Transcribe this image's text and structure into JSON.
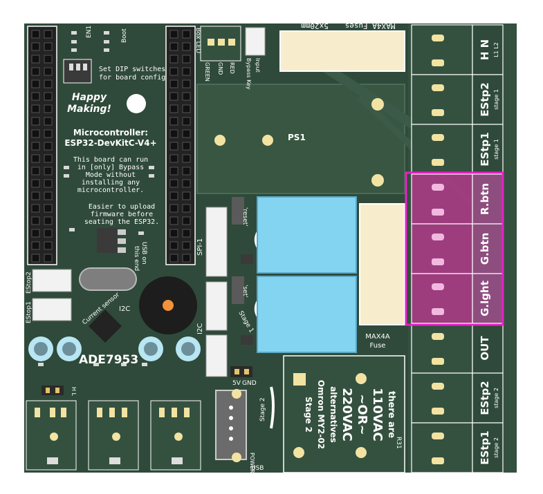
{
  "colors": {
    "board": "#2f4a3a",
    "board_dark": "#243b2e",
    "copper_pour": "#3b5b47",
    "silk": "#ffffff",
    "pad_gold": "#f2e3a2",
    "relay_blue": "#83d4f1",
    "fuse_cream": "#f7edcd",
    "highlight": "#e821c9",
    "highlight_fill": "#b03a8a"
  },
  "top_labels": {
    "en1": "EN1",
    "boot": "Boot",
    "box_led": "Box LED",
    "green": "GREEN",
    "gnd": "GND",
    "red": "RED",
    "bypass_key": "Bypass Key",
    "input": "Input",
    "fuses_size": "5x20mm",
    "fuses_name": "MAX4A Fuses"
  },
  "left_texts": {
    "dip_line1": "Set DIP switches",
    "dip_line2": "for board config",
    "happy": "Happy",
    "making": "Making!",
    "mc_title": "Microcontroller:",
    "mc_model": "ESP32-DevKitC-V4+",
    "bypass_lines": [
      "This board can run",
      "in [only] Bypass",
      "Mode without",
      "installing any",
      "microcontroller."
    ],
    "upload_lines": [
      "Easier to upload",
      "firmware before",
      "seating the ESP32."
    ],
    "usb_on": "USB on",
    "this_end": "this end",
    "estop2": "EStop2",
    "estop1": "EStop1",
    "current_sensor": "Current sensor",
    "i2c_left": "I2C",
    "i2c_mid": "I2C",
    "ade": "ADE7953",
    "hl": "H L"
  },
  "mid_labels": {
    "ps1": "PS1",
    "spi": "SPI-1",
    "reset": "'reset'",
    "set": "'set'",
    "stage1": "Stage 1",
    "stage2": "Stage 2",
    "v5": "5V",
    "gnd": "GND",
    "max4a": "MAX4A",
    "fuse": "Fuse",
    "power_only": "POWER only",
    "usb": "USB",
    "r31": "R31"
  },
  "relay_note": {
    "lines": [
      "there are",
      "110VAC",
      "~OR~",
      "220VAC",
      "alternatives",
      "Omron MY2-02",
      "Stage 2"
    ]
  },
  "terminals": [
    {
      "label": "H N",
      "sub": "L1 L2",
      "highlight": false
    },
    {
      "label": "EStp2",
      "sub": "stage 1",
      "highlight": false
    },
    {
      "label": "EStp1",
      "sub": "stage 1",
      "highlight": false
    },
    {
      "label": "R.btn",
      "sub": "",
      "highlight": true
    },
    {
      "label": "G.btn",
      "sub": "",
      "highlight": true
    },
    {
      "label": "G.lght",
      "sub": "",
      "highlight": true
    },
    {
      "label": "OUT",
      "sub": "",
      "highlight": false
    },
    {
      "label": "EStp2",
      "sub": "stage 2",
      "highlight": false
    },
    {
      "label": "EStp1",
      "sub": "stage 2",
      "highlight": false
    }
  ]
}
